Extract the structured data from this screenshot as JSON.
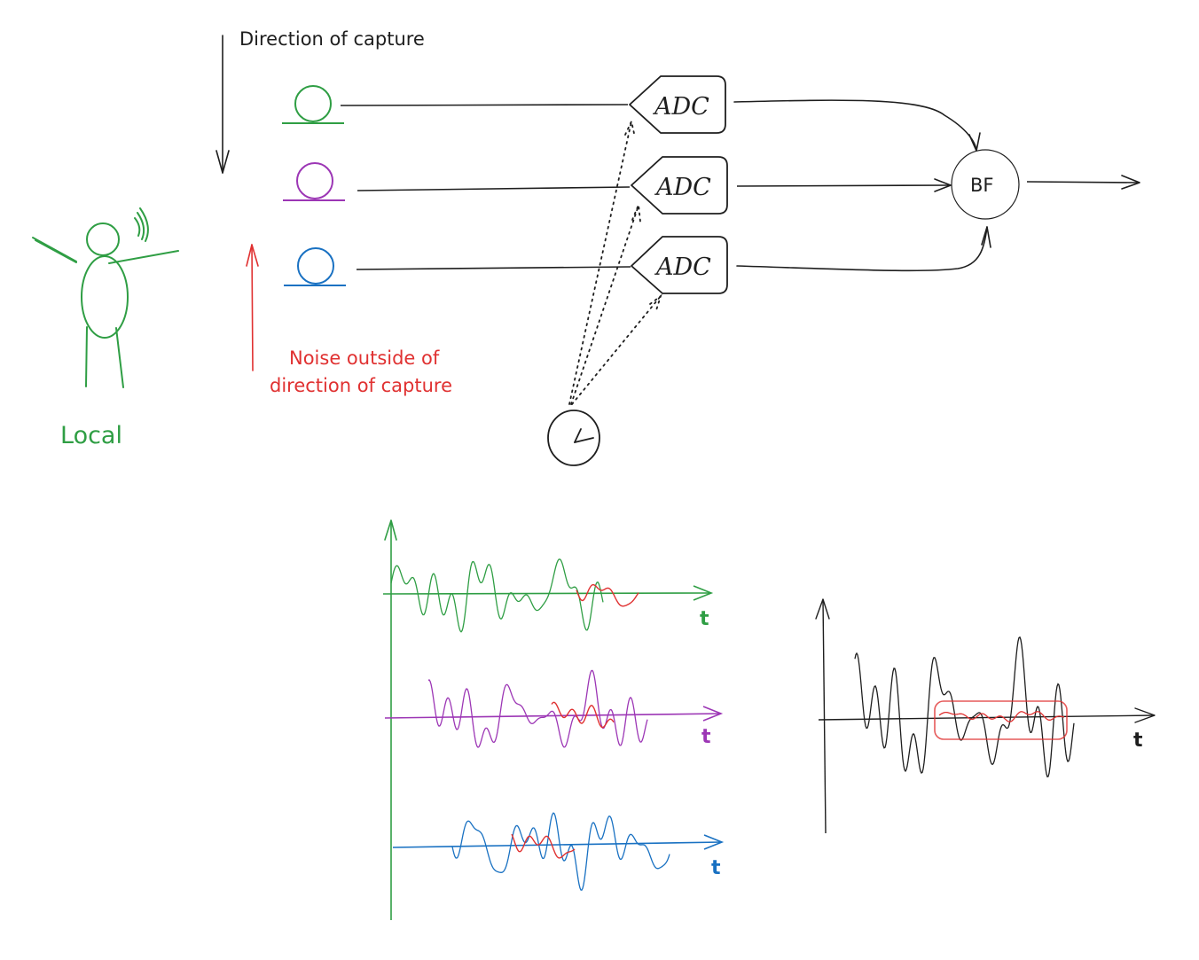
{
  "labels": {
    "direction_of_capture": "Direction of capture",
    "noise_line1": "Noise outside of",
    "noise_line2": "direction of capture",
    "local": "Local",
    "bf": "BF",
    "t": "t"
  },
  "adcs": [
    {
      "label": "ADC",
      "mic_color": "#2f9e44"
    },
    {
      "label": "ADC",
      "mic_color": "#9c36b5"
    },
    {
      "label": "ADC",
      "mic_color": "#1971c2"
    }
  ],
  "colors": {
    "ink": "#1e1e1e",
    "green": "#2f9e44",
    "purple": "#9c36b5",
    "blue": "#1971c2",
    "red": "#e03131"
  },
  "signal_plots": [
    {
      "name": "green-mic-signal",
      "color": "#2f9e44",
      "noise_color": "#e03131",
      "axis_label": "t"
    },
    {
      "name": "purple-mic-signal",
      "color": "#9c36b5",
      "noise_color": "#e03131",
      "axis_label": "t"
    },
    {
      "name": "blue-mic-signal",
      "color": "#1971c2",
      "noise_color": "#e03131",
      "axis_label": "t"
    }
  ],
  "output_plot": {
    "color": "#1e1e1e",
    "noise_color": "#e03131",
    "axis_label": "t"
  }
}
